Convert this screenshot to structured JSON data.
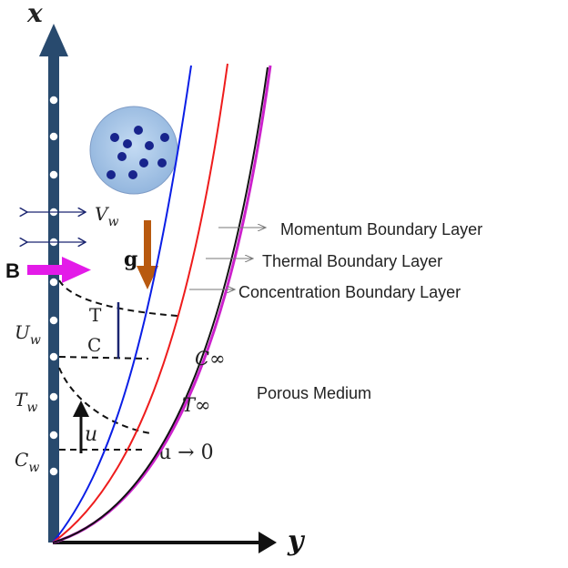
{
  "axes": {
    "x_label": "x",
    "y_label": "y"
  },
  "wall": {
    "suction_label": "V",
    "suction_sub": "w",
    "velocity_label": "U",
    "velocity_sub": "w",
    "temperature_label": "T",
    "temperature_sub": "w",
    "concentration_label": "C",
    "concentration_sub": "w"
  },
  "field_labels": {
    "magnetic": "B",
    "gravity": "g",
    "inner_T": "T",
    "inner_C": "C",
    "velocity_u": "u",
    "u_limit": "u → 0",
    "c_inf": "C∞",
    "t_inf": "T∞",
    "medium": "Porous Medium"
  },
  "layers": [
    {
      "label": "Momentum Boundary Layer",
      "color": "#0a1ee6"
    },
    {
      "label": "Thermal Boundary Layer",
      "color": "#ee1c1c"
    },
    {
      "label": "Concentration Boundary Layer",
      "color": "#cc22cc"
    }
  ],
  "colors": {
    "wall": "#284a6e",
    "particle": "#18248c",
    "particle_circle": "#a9c8ea",
    "magnetic_arrow": "#e31be8",
    "gravity_arrow": "#b8590f",
    "arrow_small": "#1a2470"
  },
  "icons": [
    "double-arrow-icon",
    "magnetic-field-arrow-icon",
    "gravity-arrow-icon",
    "particle-icon"
  ]
}
